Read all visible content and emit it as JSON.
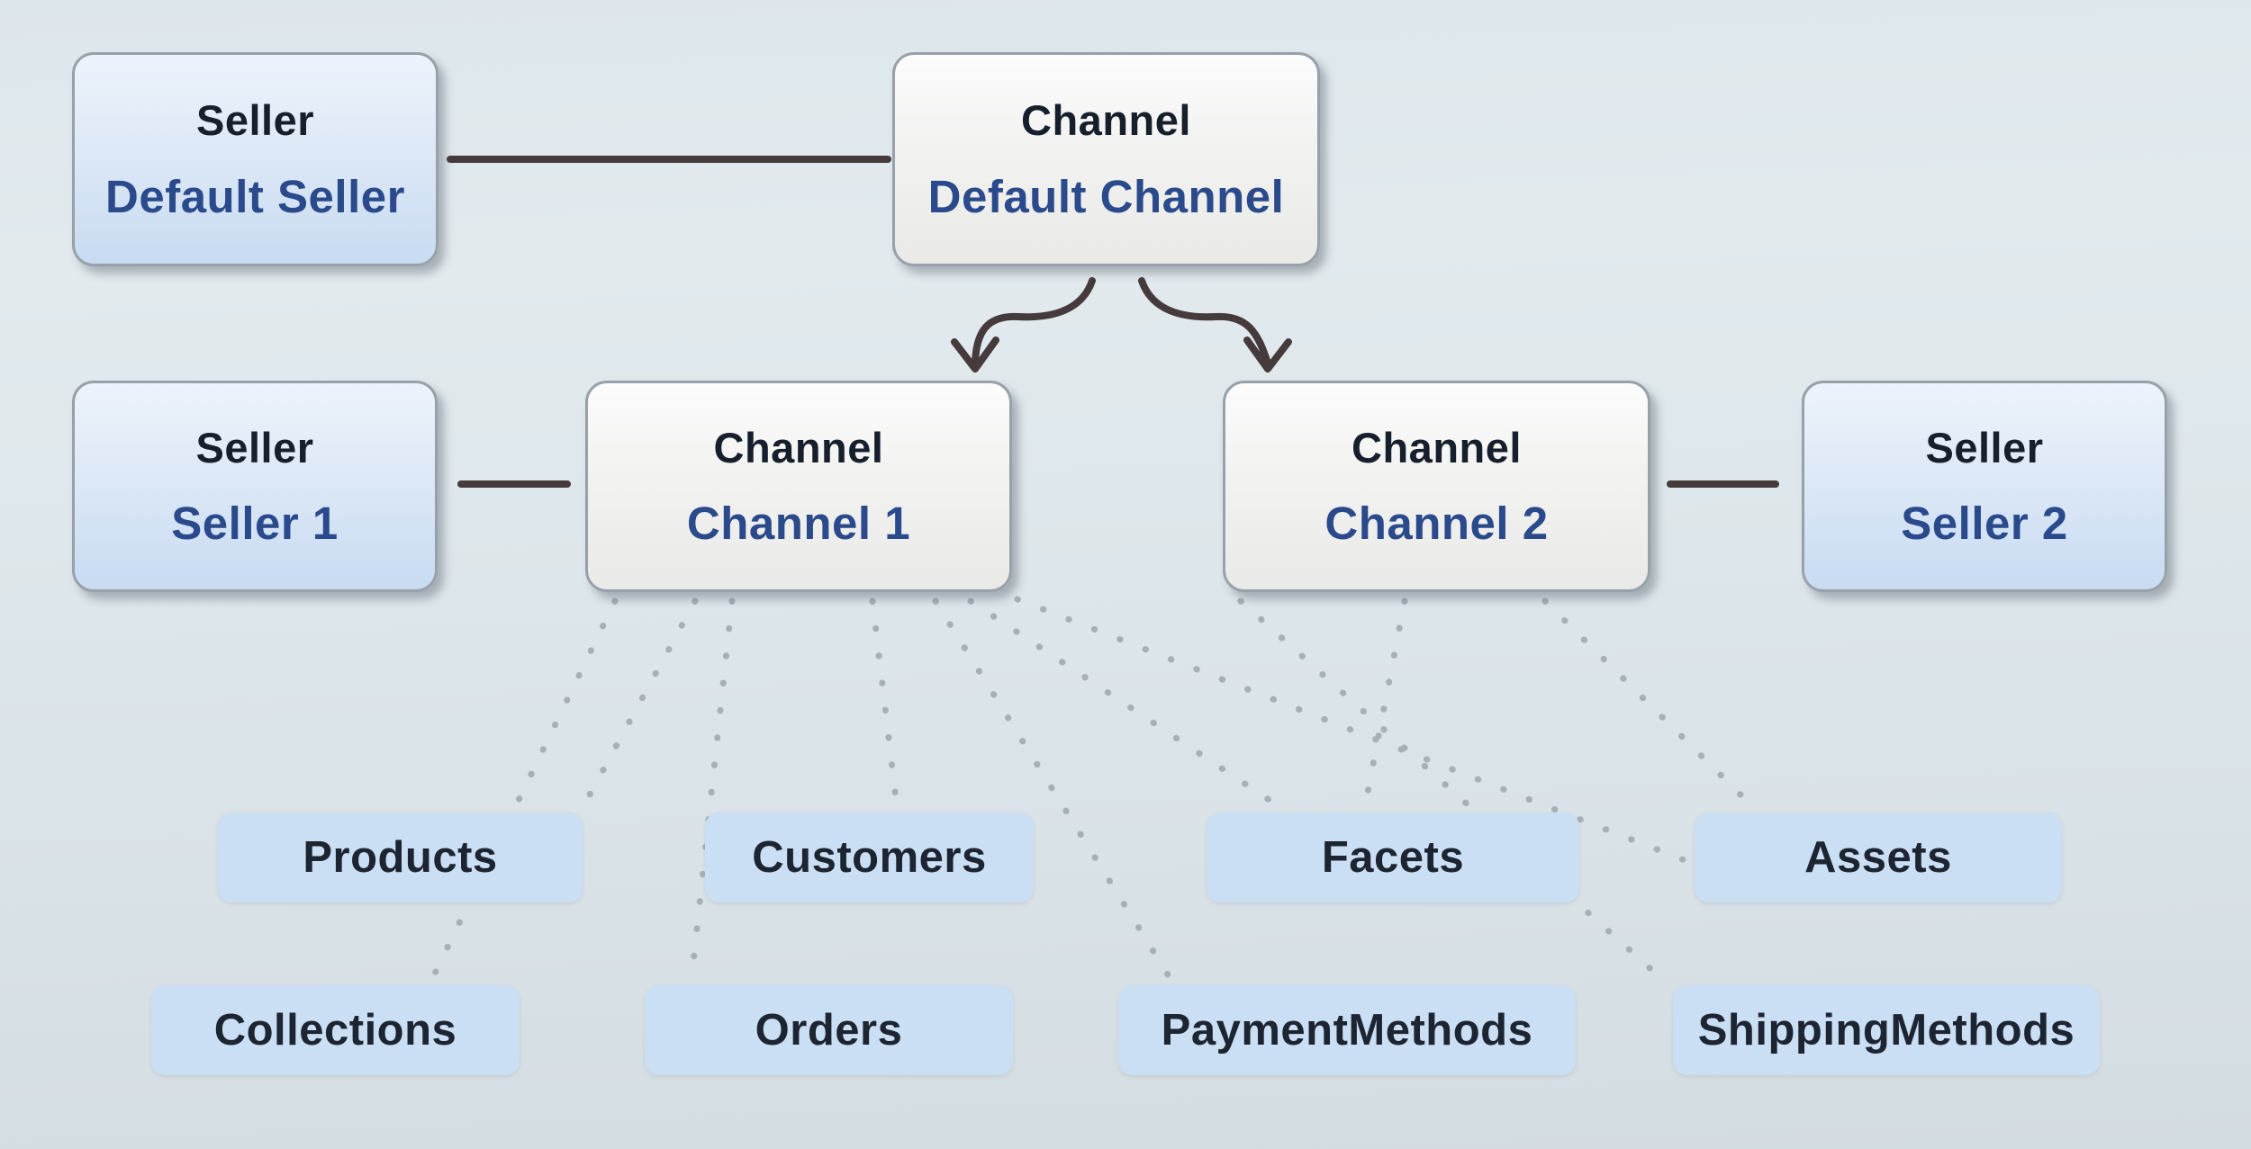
{
  "diagram": {
    "nodes": {
      "default_seller": {
        "type_label": "Seller",
        "name": "Default Seller"
      },
      "default_channel": {
        "type_label": "Channel",
        "name": "Default Channel"
      },
      "seller1": {
        "type_label": "Seller",
        "name": "Seller 1"
      },
      "channel1": {
        "type_label": "Channel",
        "name": "Channel 1"
      },
      "channel2": {
        "type_label": "Channel",
        "name": "Channel 2"
      },
      "seller2": {
        "type_label": "Seller",
        "name": "Seller 2"
      }
    },
    "entities": {
      "products": "Products",
      "customers": "Customers",
      "facets": "Facets",
      "assets": "Assets",
      "collections": "Collections",
      "orders": "Orders",
      "payment_methods": "PaymentMethods",
      "shipping_methods": "ShippingMethods"
    },
    "connections": {
      "solid": [
        {
          "from": "default_seller",
          "to": "default_channel"
        },
        {
          "from": "seller1",
          "to": "channel1"
        },
        {
          "from": "channel2",
          "to": "seller2"
        }
      ],
      "arrows": [
        {
          "from": "default_channel",
          "to": "channel1"
        },
        {
          "from": "default_channel",
          "to": "channel2"
        }
      ],
      "dotted": [
        {
          "from": "channel1",
          "to": "collections"
        },
        {
          "from": "channel1",
          "to": "products"
        },
        {
          "from": "channel1",
          "to": "orders"
        },
        {
          "from": "channel1",
          "to": "customers"
        },
        {
          "from": "channel1",
          "to": "payment_methods"
        },
        {
          "from": "channel1",
          "to": "facets"
        },
        {
          "from": "channel1",
          "to": "assets"
        },
        {
          "from": "channel2",
          "to": "facets"
        },
        {
          "from": "channel2",
          "to": "assets"
        },
        {
          "from": "channel2",
          "to": "shipping_methods"
        }
      ]
    },
    "colors": {
      "name_text": "#2a4a8c",
      "type_text": "#161f2b",
      "entity_text": "#1c2531",
      "entity_bg": "#cadef4",
      "solid_line": "#453a3c",
      "dotted_line": "#a7b0b7",
      "node_border": "#98a1a9"
    }
  }
}
